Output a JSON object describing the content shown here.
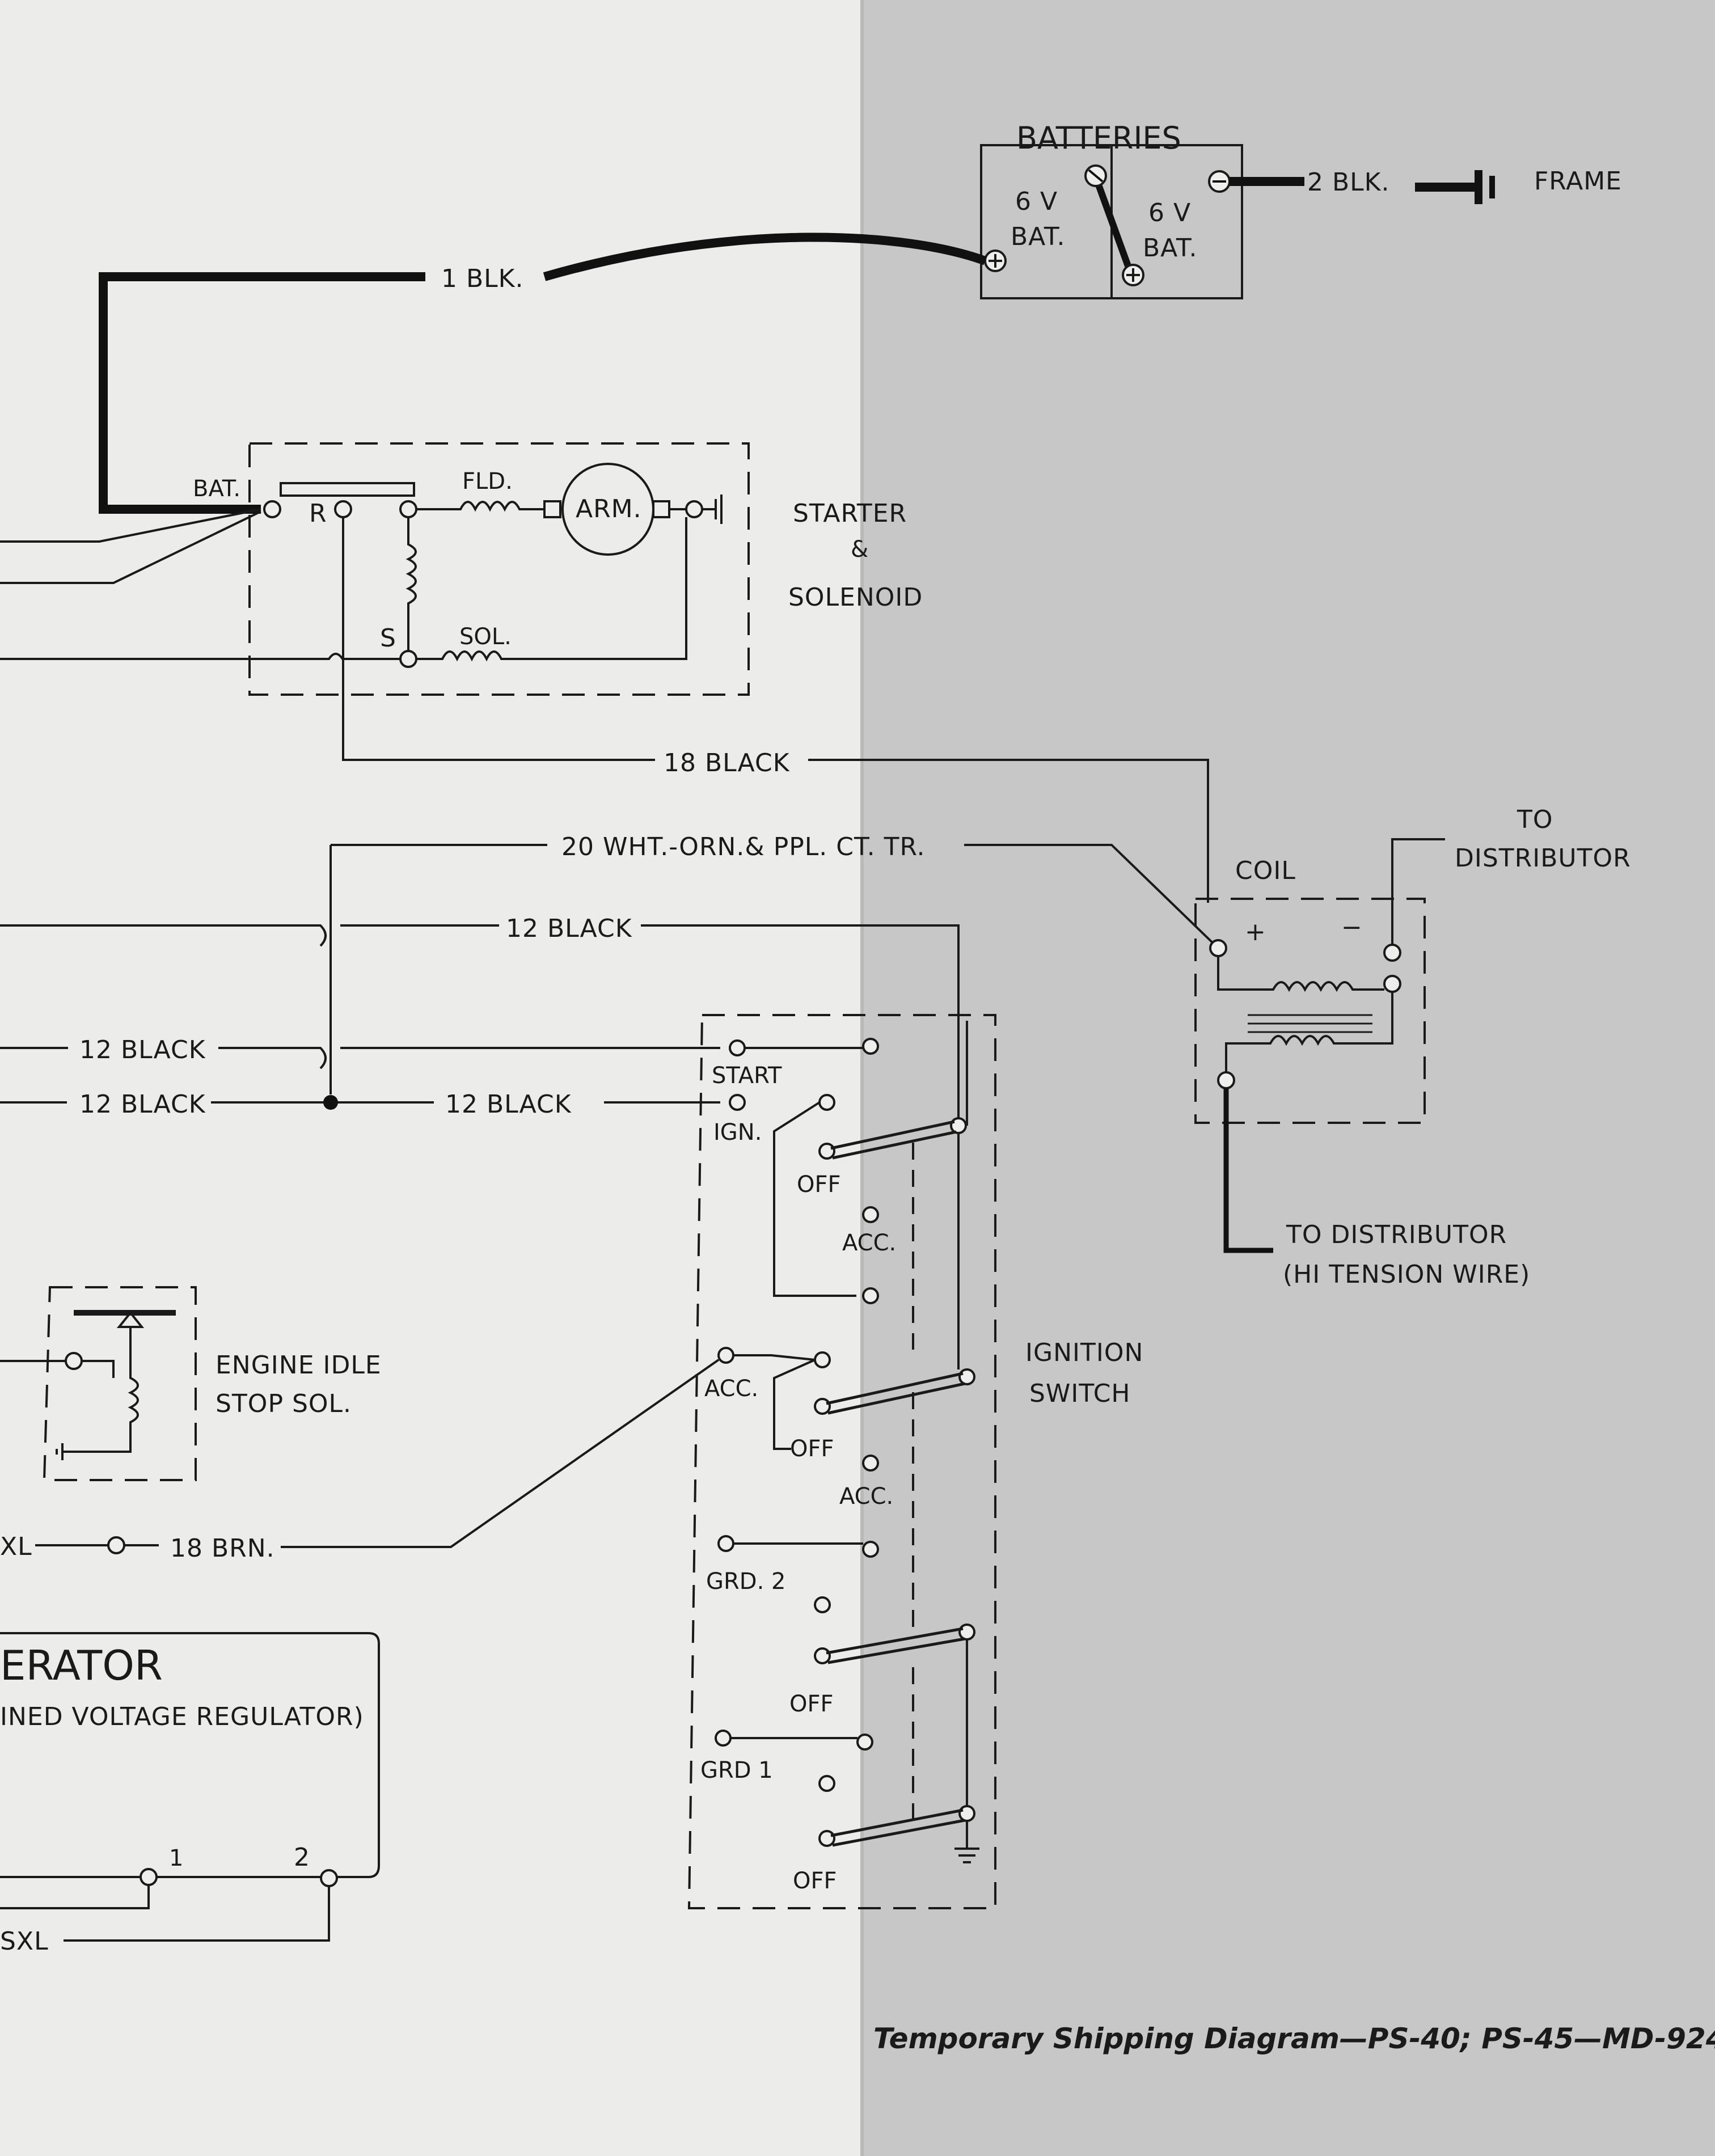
{
  "paper_colors": {
    "left": "#ececea",
    "right": "#c7c7c7"
  },
  "labels": {
    "batteries": "BATTERIES",
    "bat_6v": "6 V",
    "bat_word": "BAT.",
    "wire_2blk": "2 BLK.",
    "frame": "FRAME",
    "wire_1blk": "1 BLK.",
    "starter_line1": "STARTER",
    "starter_amp": "&",
    "starter_line2": "SOLENOID",
    "bat_terminal": "BAT.",
    "r_terminal": "R",
    "fld": "FLD.",
    "arm": "ARM.",
    "s_terminal": "S",
    "sol": "SOL.",
    "wire_18black": "18 BLACK",
    "wire_20wht": "20 WHT.-ORN.& PPL. CT. TR.",
    "wire_12black": "12 BLACK",
    "to_distributor_line1": "TO",
    "to_distributor_line2": "DISTRIBUTOR",
    "coil": "COIL",
    "coil_plus": "+",
    "coil_minus": "−",
    "to_dist_hi_line1": "TO DISTRIBUTOR",
    "to_dist_hi_line2": "(HI TENSION WIRE)",
    "start": "START",
    "ign": "IGN.",
    "off": "OFF",
    "acc": "ACC.",
    "grd2": "GRD. 2",
    "grd1": "GRD 1",
    "ignition_line1": "IGNITION",
    "ignition_line2": "SWITCH",
    "idle_line1": "ENGINE IDLE",
    "idle_line2": "STOP SOL.",
    "xl": "XL",
    "wire_18brn": "18 BRN.",
    "generator": "ERATOR",
    "regulator": "INED VOLTAGE REGULATOR)",
    "gen_t1": "1",
    "gen_t2": "2",
    "sxl": "SXL",
    "footer": "Temporary Shipping Diagram—PS-40; PS-45—MD-924"
  }
}
